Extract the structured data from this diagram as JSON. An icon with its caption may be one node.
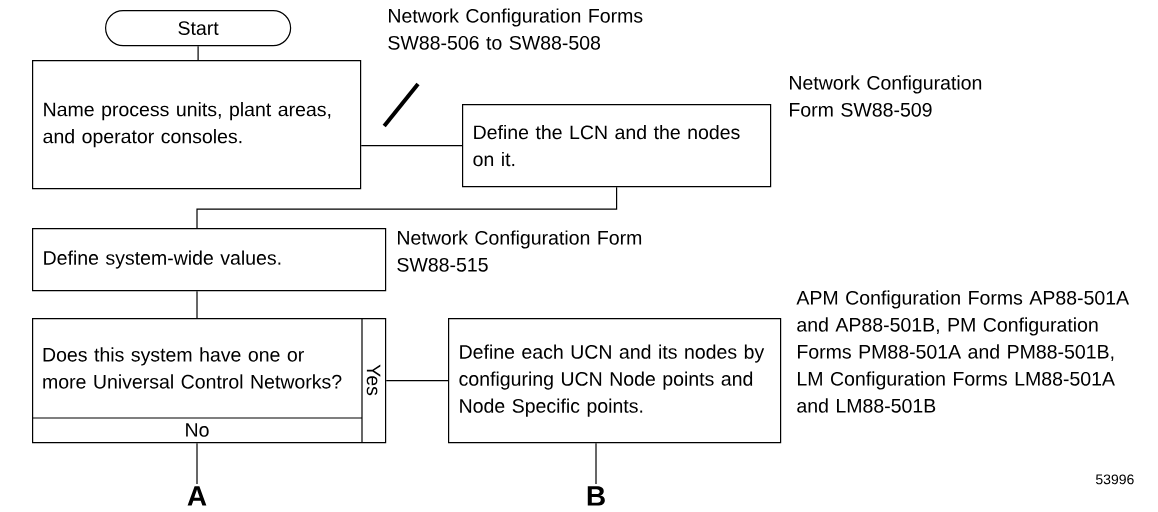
{
  "diagram": {
    "nodes": [
      {
        "text": [
          "Start"
        ]
      },
      {
        "text": [
          "Network Configuration Forms SW88-506 to SW88-508"
        ]
      },
      {
        "text": [
          "Name process units, plant areas, and operator consoles."
        ]
      },
      {
        "text": [
          "Define the LCN and the nodes on it."
        ],
        "beside": [
          "Network Configuration Form SW88-509"
        ]
      },
      {
        "text": [
          "Define system-wide values."
        ],
        "beside": [
          "Network Configuration Form SW88-515"
        ]
      },
      {
        "text": [
          "Does this system have one or more Universal Control Networks?",
          "Yes",
          "No"
        ]
      },
      {
        "text": [
          "Define each UCN and its nodes by configuring UCN Node points and Node Specific points."
        ],
        "beside": [
          "APM Configuration Forms AP88-501A and AP88-501B, PM Configuration Forms PM88-501A and PM88-501B, LM Configuration Forms LM88-501A and LM88-501B"
        ]
      },
      {
        "text": [
          "A"
        ]
      },
      {
        "text": [
          "B"
        ]
      }
    ],
    "edges": [
      {
        "from": 0,
        "to": 2,
        "arrow": "none"
      },
      {
        "from": 1,
        "to": 2,
        "arrow": "none",
        "style": "thick"
      },
      {
        "from": 2,
        "to": 3,
        "arrow": "none"
      },
      {
        "from": 3,
        "to": 4,
        "arrow": "none"
      },
      {
        "from": 4,
        "to": 5,
        "arrow": "none"
      },
      {
        "from": 5,
        "to": 6,
        "arrow": "none"
      },
      {
        "from": 5,
        "to": 7,
        "arrow": "none"
      },
      {
        "from": 6,
        "to": 8,
        "arrow": "none"
      }
    ],
    "labels": [
      "53996"
    ]
  }
}
